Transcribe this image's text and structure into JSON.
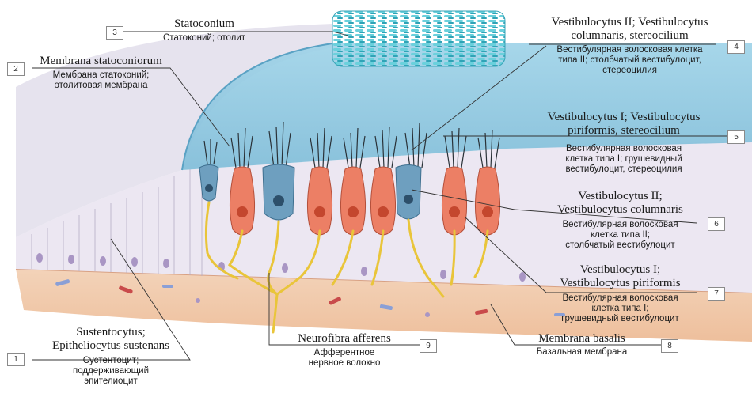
{
  "labels": [
    {
      "num": "1",
      "latin": "Sustentocytus; Epitheliocytus sustenans",
      "latin_lines": [
        "Sustentocytus;",
        "Epitheliocytus sustenans"
      ],
      "russian_lines": [
        "Сустентоцит;",
        "поддерживающий",
        "эпителиоцит"
      ]
    },
    {
      "num": "2",
      "latin": "Membrana statoconiorum",
      "latin_lines": [
        "Membrana statoconiorum"
      ],
      "russian_lines": [
        "Мембрана статоконий;",
        "отолитовая мембрана"
      ]
    },
    {
      "num": "3",
      "latin": "Statoconium",
      "latin_lines": [
        "Statoconium"
      ],
      "russian_lines": [
        "Статоконий; отолит"
      ]
    },
    {
      "num": "4",
      "latin": "Vestibulocytus II; Vestibulocytus columnaris, stereocilium",
      "latin_lines": [
        "Vestibulocytus II; Vestibulocytus",
        "columnaris, stereocilium"
      ],
      "russian_lines": [
        "Вестибулярная волосковая клетка",
        "типа II; столбчатый вестибулоцит,",
        "стереоцилия"
      ]
    },
    {
      "num": "5",
      "latin": "Vestibulocytus I; Vestibulocytus piriformis, stereocilium",
      "latin_lines": [
        "Vestibulocytus I; Vestibulocytus",
        "piriformis, stereocilium"
      ],
      "russian_lines": [
        "Вестибулярная волосковая",
        "клетка типа I; грушевидный",
        "вестибулоцит, стереоцилия"
      ]
    },
    {
      "num": "6",
      "latin": "Vestibulocytus II; Vestibulocytus columnaris",
      "latin_lines": [
        "Vestibulocytus II;",
        "Vestibulocytus columnaris"
      ],
      "russian_lines": [
        "Вестибулярная волосковая",
        "клетка типа II;",
        "столбчатый вестибулоцит"
      ]
    },
    {
      "num": "7",
      "latin": "Vestibulocytus I; Vestibulocytus piriformis",
      "latin_lines": [
        "Vestibulocytus I;",
        "Vestibulocytus piriformis"
      ],
      "russian_lines": [
        "Вестибулярная волосковая",
        "клетка типа I;",
        "грушевидный вестибулоцит"
      ]
    },
    {
      "num": "8",
      "latin": "Membrana basalis",
      "latin_lines": [
        "Membrana basalis"
      ],
      "russian_lines": [
        "Базальная мембрана"
      ]
    },
    {
      "num": "9",
      "latin": "Neurofibra afferens",
      "latin_lines": [
        "Neurofibra afferens"
      ],
      "russian_lines": [
        "Афферентное",
        "нервное волокно"
      ]
    }
  ],
  "colors": {
    "membrane": "#8ec8e0",
    "membrane_light": "#c9e6f1",
    "statoconia": "#3fb4c4",
    "epithelium": "#e9e4ef",
    "hair_cell_type1": "#ec7f65",
    "hair_cell_type2": "#6e9fbf",
    "nerve": "#e9c53a",
    "connective": "#f1ccb0",
    "stereocilia": "#2a3238"
  }
}
